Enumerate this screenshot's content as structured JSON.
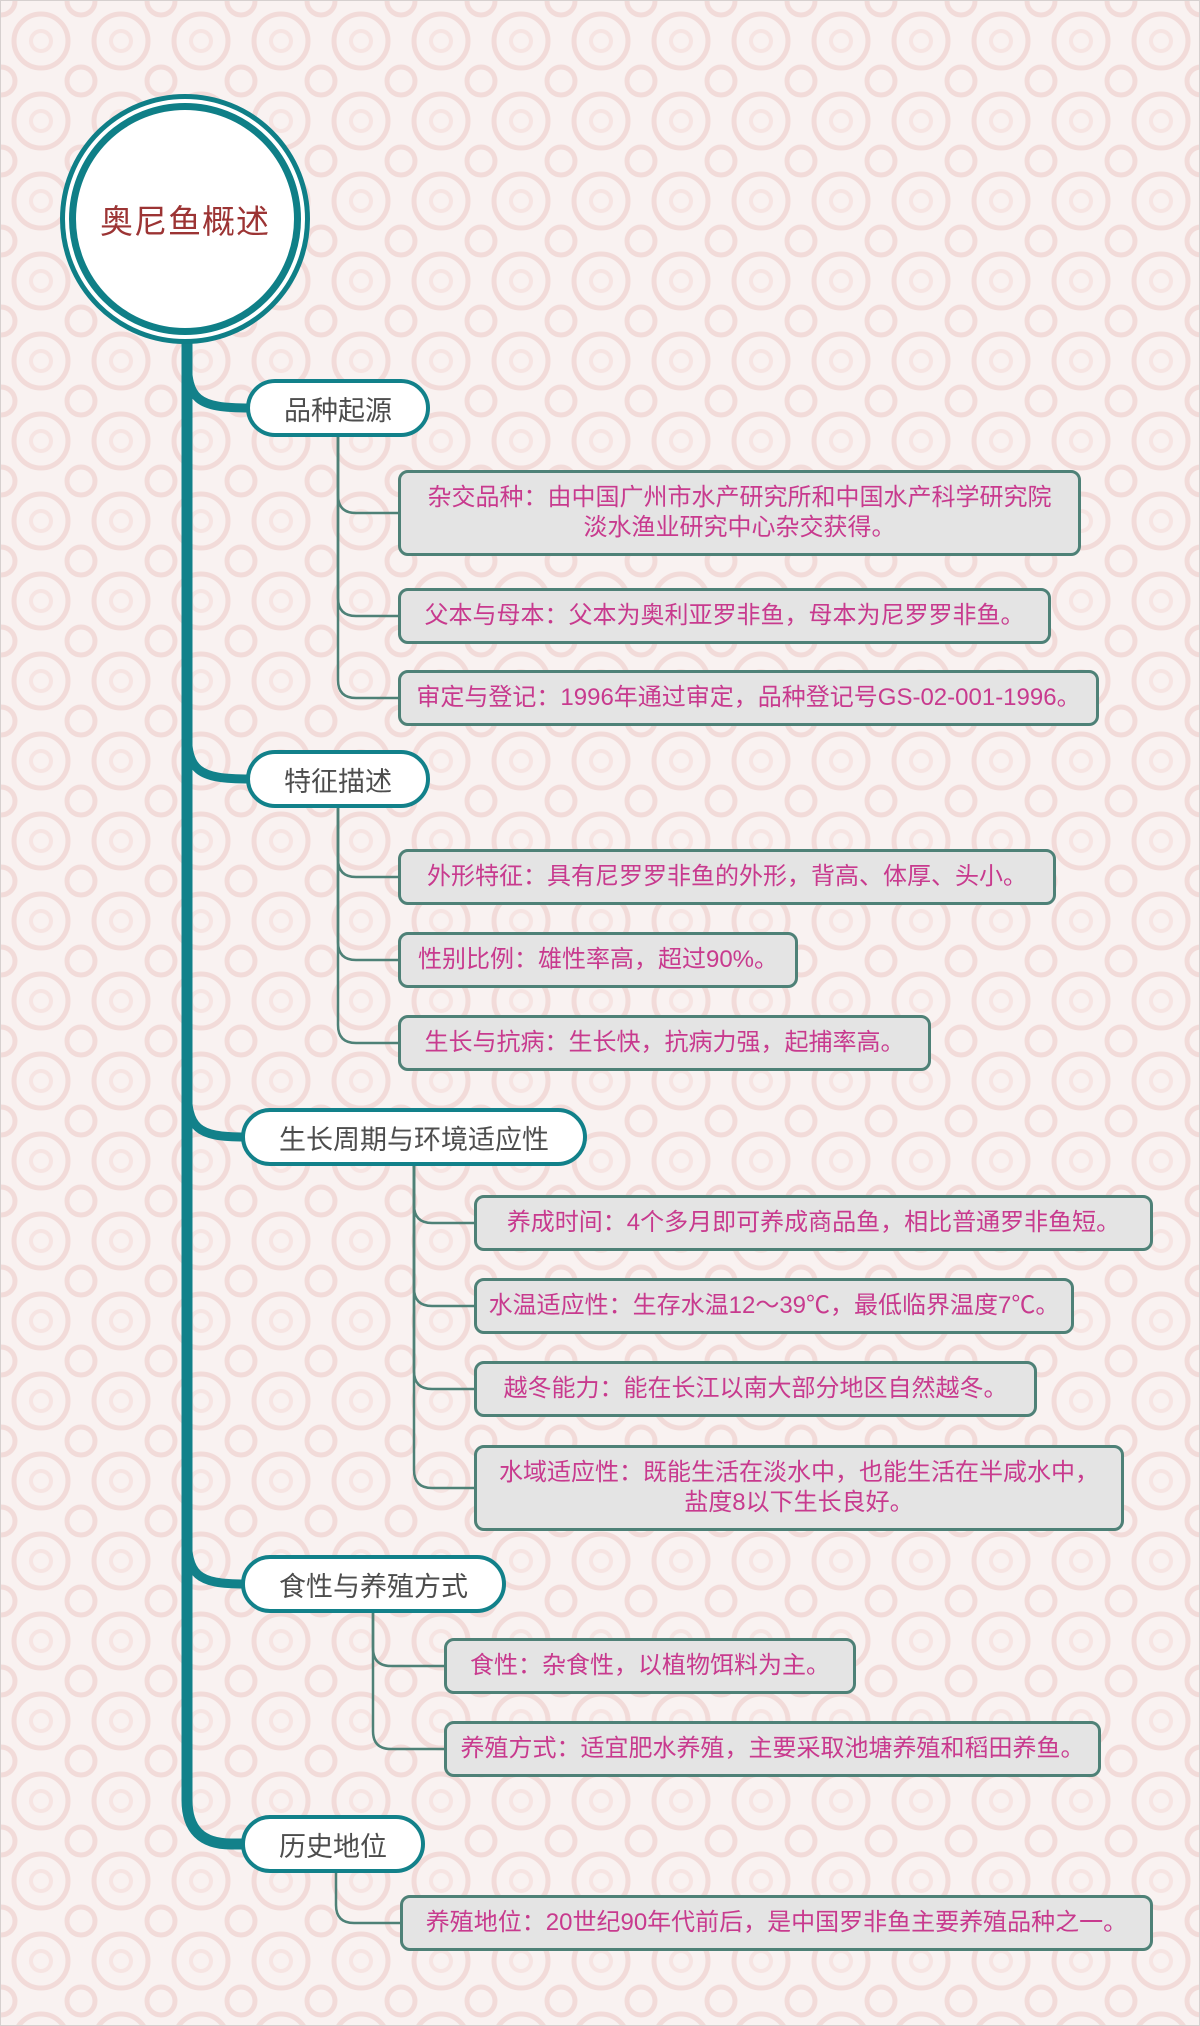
{
  "root": {
    "label": "奥尼鱼概述"
  },
  "branches": [
    {
      "label": "品种起源",
      "children": [
        {
          "text": "杂交品种：由中国广州市水产研究所和中国水产科学研究院\n淡水渔业研究中心杂交获得。"
        },
        {
          "text": "父本与母本：父本为奥利亚罗非鱼，母本为尼罗罗非鱼。"
        },
        {
          "text": "审定与登记：1996年通过审定，品种登记号GS-02-001-1996。"
        }
      ]
    },
    {
      "label": "特征描述",
      "children": [
        {
          "text": "外形特征：具有尼罗罗非鱼的外形，背高、体厚、头小。"
        },
        {
          "text": "性别比例：雄性率高，超过90%。"
        },
        {
          "text": "生长与抗病：生长快，抗病力强，起捕率高。"
        }
      ]
    },
    {
      "label": "生长周期与环境适应性",
      "children": [
        {
          "text": "养成时间：4个多月即可养成商品鱼，相比普通罗非鱼短。"
        },
        {
          "text": "水温适应性：生存水温12～39℃，最低临界温度7℃。"
        },
        {
          "text": "越冬能力：能在长江以南大部分地区自然越冬。"
        },
        {
          "text": "水域适应性：既能生活在淡水中，也能生活在半咸水中，\n盐度8以下生长良好。"
        }
      ]
    },
    {
      "label": "食性与养殖方式",
      "children": [
        {
          "text": "食性：杂食性，以植物饵料为主。"
        },
        {
          "text": "养殖方式：适宜肥水养殖，主要采取池塘养殖和稻田养鱼。"
        }
      ]
    },
    {
      "label": "历史地位",
      "children": [
        {
          "text": "养殖地位：20世纪90年代前后，是中国罗非鱼主要养殖品种之一。"
        }
      ]
    }
  ],
  "colors": {
    "accent_teal": "#12818a",
    "leaf_border": "#4e8177",
    "leaf_background": "#e4e4e4",
    "leaf_text": "#c83a8e",
    "root_text": "#9c3434",
    "branch_text": "#4d4d4d",
    "background": "#f9f2f1",
    "pattern": "#f2dbd9"
  }
}
